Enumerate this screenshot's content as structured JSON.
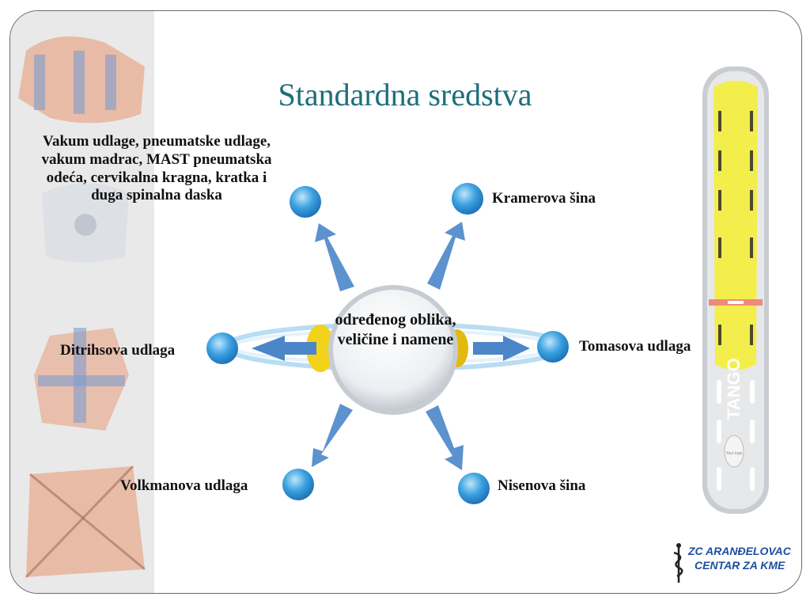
{
  "slide": {
    "title": "Standardna sredstva"
  },
  "diagram": {
    "center_label": "određenog oblika, veličine i namene",
    "items": [
      {
        "id": "top-left",
        "label": "Vakum udlage, pneumatske udlage, vakum madrac, MAST pneumatska odeća, cervikalna kragna, kratka i duga spinalna daska"
      },
      {
        "id": "top-right",
        "label": "Kramerova šina"
      },
      {
        "id": "left",
        "label": "Ditrihsova udlaga"
      },
      {
        "id": "right",
        "label": "Tomasova udlaga"
      },
      {
        "id": "bottom-left",
        "label": "Volkmanova udlaga"
      },
      {
        "id": "bottom-right",
        "label": "Nisenova šina"
      }
    ]
  },
  "stretcher": {
    "brand_text": "TANGO",
    "logo_text": "Your logo"
  },
  "logo": {
    "line1": "ZC ARANĐELOVAC",
    "line2": "CENTAR ZA KME"
  },
  "colors": {
    "title": "#1b6f7a",
    "node": "#3aa0e0",
    "arrow": "#4a86c8",
    "stretcher_yellow": "#f3ee4b",
    "side_orange": "#e8885a"
  }
}
